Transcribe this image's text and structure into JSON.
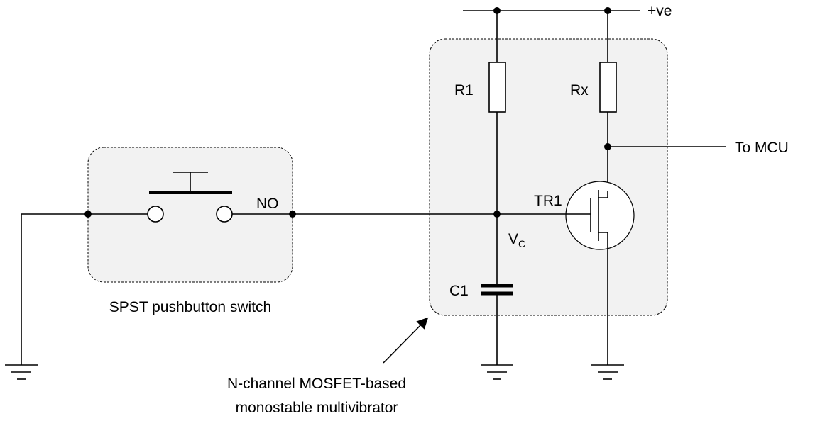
{
  "labels": {
    "supply": "+ve",
    "r1": "R1",
    "rx": "Rx",
    "tr1": "TR1",
    "no": "NO",
    "vc_main": "V",
    "vc_sub": "C",
    "c1": "C1",
    "to_mcu": "To MCU",
    "switch_caption": "SPST pushbutton switch",
    "multivibrator_caption_line1": "N-channel MOSFET-based",
    "multivibrator_caption_line2": "monostable multivibrator"
  },
  "colors": {
    "box_fill": "#f2f2f2",
    "line": "#000000"
  }
}
